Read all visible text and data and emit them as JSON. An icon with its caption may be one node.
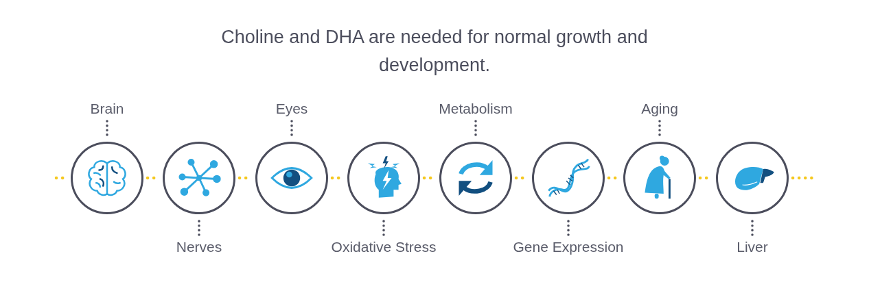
{
  "diagram": {
    "title": "Choline and DHA are needed for normal growth and development.",
    "nodes": [
      {
        "text": [],
        "shape": "circle"
      },
      {
        "text": [],
        "shape": "circle"
      },
      {
        "text": [],
        "shape": "circle"
      },
      {
        "text": [],
        "shape": "circle"
      },
      {
        "text": [],
        "shape": "circle"
      },
      {
        "text": [],
        "shape": "circle"
      },
      {
        "text": [],
        "shape": "circle"
      },
      {
        "text": [],
        "shape": "circle"
      },
      {
        "text": [
          "Brain"
        ]
      },
      {
        "text": [
          "Nerves"
        ]
      },
      {
        "text": [
          "Eyes"
        ]
      },
      {
        "text": [
          "Oxidative Stress"
        ]
      },
      {
        "text": [
          "Metabolism"
        ]
      },
      {
        "text": [
          "Gene Expression"
        ]
      },
      {
        "text": [
          "Aging"
        ]
      },
      {
        "text": [
          "Liver"
        ]
      }
    ],
    "edges": [
      {
        "from": null,
        "to": 0,
        "arrow": "none",
        "style": "dashed"
      },
      {
        "from": 0,
        "to": 1,
        "arrow": "none",
        "style": "dashed"
      },
      {
        "from": 1,
        "to": 2,
        "arrow": "none",
        "style": "dashed"
      },
      {
        "from": 2,
        "to": 3,
        "arrow": "none",
        "style": "dashed"
      },
      {
        "from": 3,
        "to": 4,
        "arrow": "none",
        "style": "dashed"
      },
      {
        "from": 4,
        "to": 5,
        "arrow": "none",
        "style": "dashed"
      },
      {
        "from": 5,
        "to": 6,
        "arrow": "none",
        "style": "dashed"
      },
      {
        "from": 6,
        "to": 7,
        "arrow": "none",
        "style": "dashed"
      },
      {
        "from": 7,
        "to": null,
        "arrow": "none",
        "style": "dashed"
      },
      {
        "from": 8,
        "to": 0,
        "arrow": "none",
        "style": "dashed",
        "color": "#4b4d5c"
      },
      {
        "from": 9,
        "to": 1,
        "arrow": "none",
        "style": "dashed",
        "color": "#4b4d5c"
      },
      {
        "from": 10,
        "to": 2,
        "arrow": "none",
        "style": "dashed",
        "color": "#4b4d5c"
      },
      {
        "from": 11,
        "to": 3,
        "arrow": "none",
        "style": "dashed",
        "color": "#4b4d5c"
      },
      {
        "from": 12,
        "to": 4,
        "arrow": "none",
        "style": "dashed",
        "color": "#4b4d5c"
      },
      {
        "from": 13,
        "to": 5,
        "arrow": "none",
        "style": "dashed",
        "color": "#4b4d5c"
      },
      {
        "from": 14,
        "to": 6,
        "arrow": "none",
        "style": "dashed",
        "color": "#4b4d5c"
      },
      {
        "from": 15,
        "to": 7,
        "arrow": "none",
        "style": "dashed",
        "color": "#4b4d5c"
      }
    ]
  }
}
